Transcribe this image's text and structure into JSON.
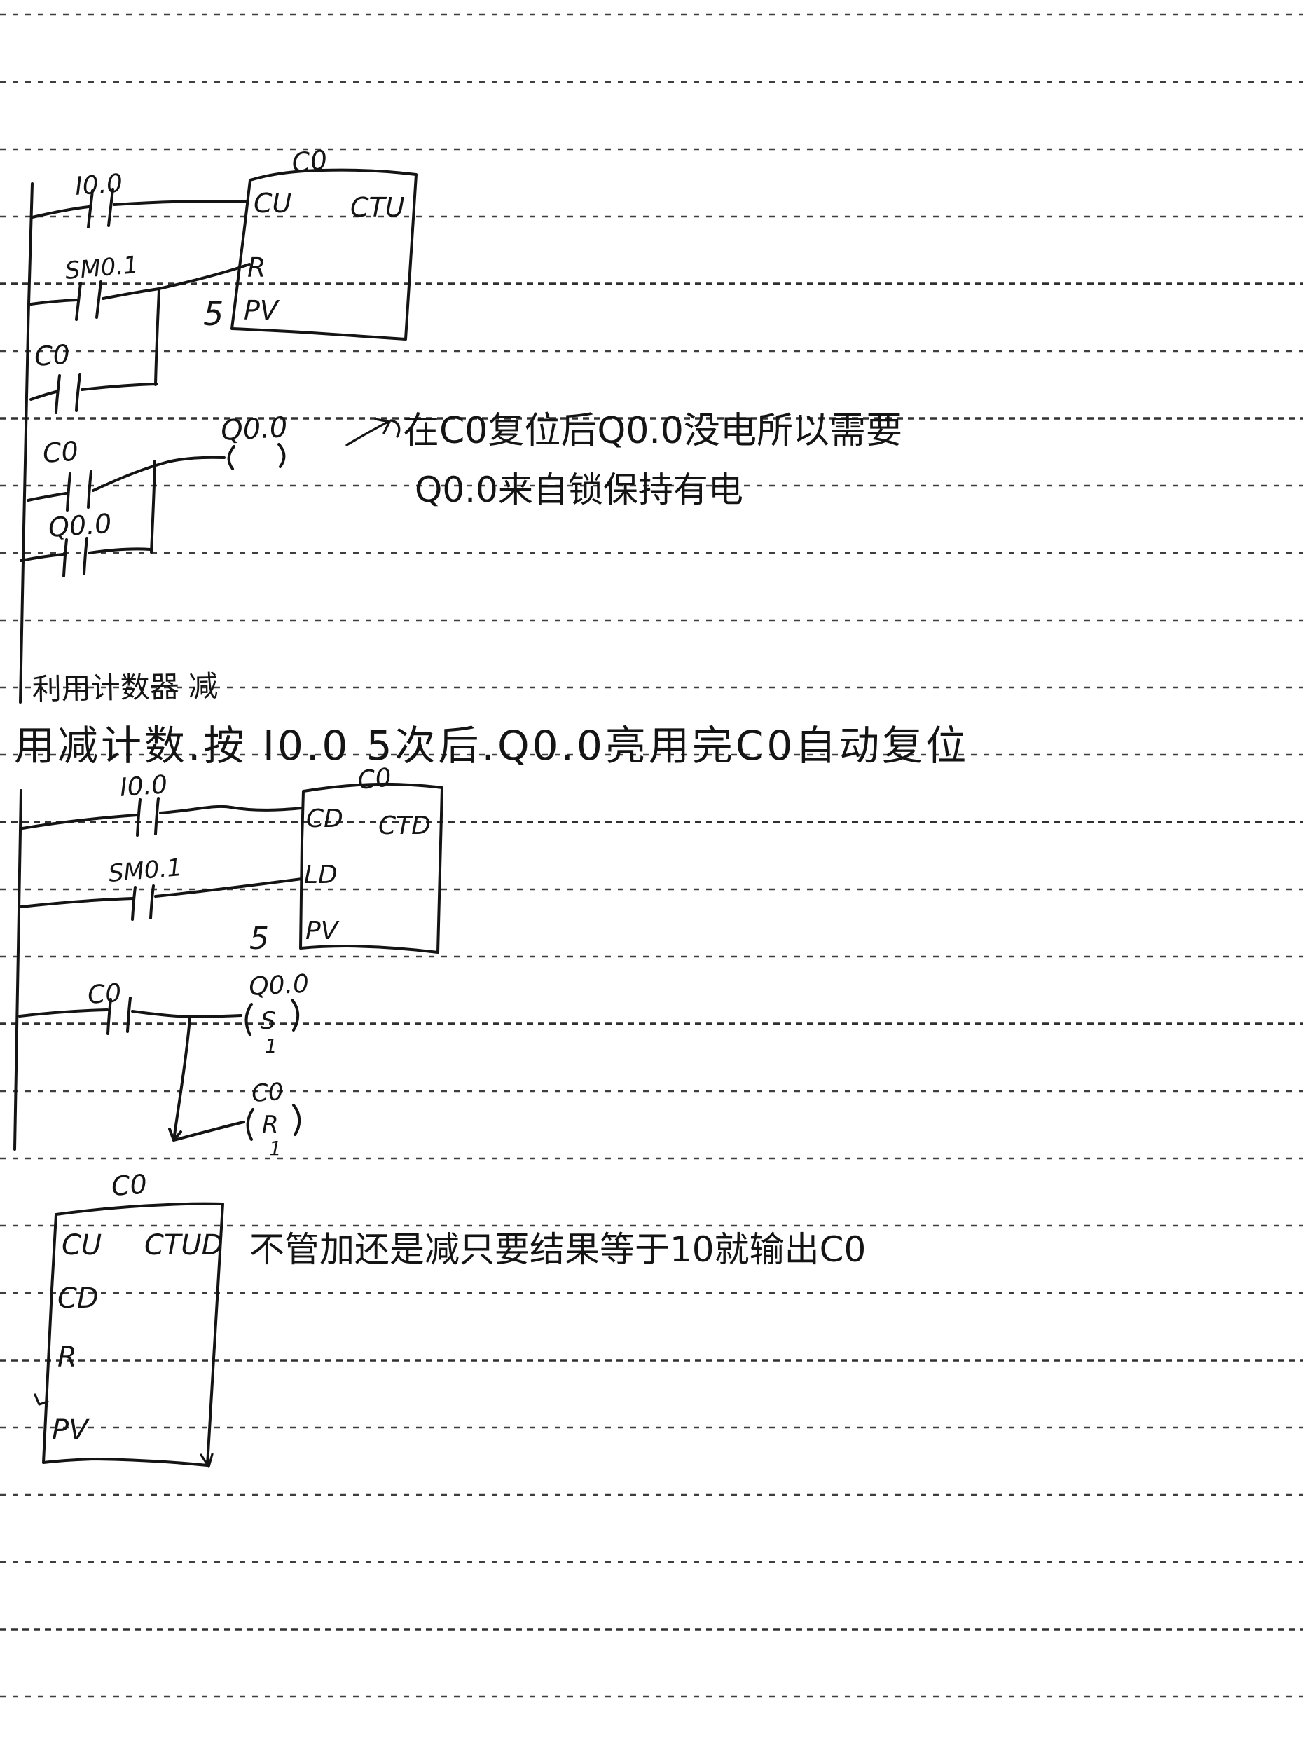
{
  "page_type": "handwritten PLC counter ladder notes",
  "colors": {
    "paper": "#ffffff",
    "ink": "#141414",
    "rule": "#3e3e3e"
  },
  "ladder1": {
    "counter_name": "C0",
    "block_type": "CTU",
    "pins": {
      "count_up": "CU",
      "reset": "R",
      "preset": "PV"
    },
    "preset_value": "5",
    "contacts": {
      "count_input": "I0.0",
      "first_scan": "SM0.1",
      "self_reset": "C0"
    },
    "output_rung": {
      "contact": "C0",
      "coil_operand": "Q0.0",
      "latch_contact": "Q0.0"
    },
    "annotation": {
      "line1": "在C0复位后Q0.0没电所以需要",
      "line2": "Q0.0来自锁保持有电"
    }
  },
  "notes": {
    "heading1": "利用计数器 减",
    "heading2": "用减计数.按 I0.0 5次后.Q0.0亮用完C0自动复位"
  },
  "ladder2": {
    "counter_name": "C0",
    "block_type": "CTD",
    "pins": {
      "count_down": "CD",
      "load": "LD",
      "preset": "PV"
    },
    "preset_value": "5",
    "contacts": {
      "count_input": "I0.0",
      "first_scan": "SM0.1",
      "done": "C0"
    },
    "set_coil": {
      "operand": "Q0.0",
      "symbol": "S",
      "n": "1"
    },
    "reset_coil": {
      "operand": "C0",
      "symbol": "R",
      "n": "1"
    }
  },
  "ladder3": {
    "counter_name": "C0",
    "block_type": "CTUD",
    "pins": {
      "count_up": "CU",
      "count_down": "CD",
      "reset": "R",
      "preset": "PV"
    },
    "annotation": "不管加还是减只要结果等于10就输出C0"
  }
}
